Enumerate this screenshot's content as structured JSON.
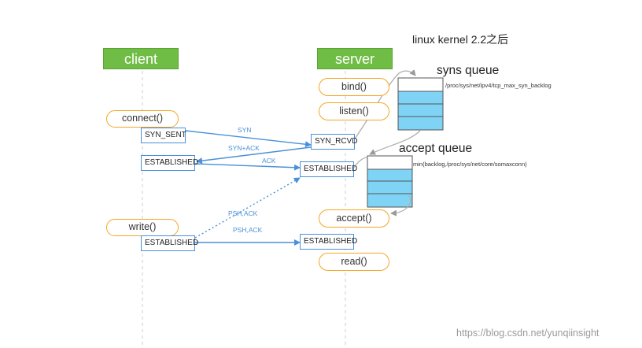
{
  "title": "linux  kernel 2.2之后",
  "client": {
    "header": "client",
    "calls": {
      "connect": "connect()",
      "write": "write()"
    },
    "states": {
      "syn_sent": "SYN_SENT",
      "established_1": "ESTABLISHED",
      "established_2": "ESTABLISHED"
    }
  },
  "server": {
    "header": "server",
    "calls": {
      "bind": "bind()",
      "listen": "listen()",
      "accept": "accept()",
      "read": "read()"
    },
    "states": {
      "syn_rcvd": "SYN_RCVD",
      "established_1": "ESTABLISHED",
      "established_2": "ESTABLISHED"
    }
  },
  "messages": {
    "syn": "SYN",
    "syn_ack": "SYN+ACK",
    "ack": "ACK",
    "psh_ack_1": "PSH,ACK",
    "psh_ack_2": "PSH,ACK"
  },
  "syns_queue": {
    "title": "syns queue",
    "path": "/proc/sys/net/ipv4/tcp_max_syn_backlog",
    "slots": 4,
    "filled": 3
  },
  "accept_queue": {
    "title": "accept queue",
    "path": "min(backlog,/proc/sys/net/core/somaxconn)",
    "slots": 4,
    "filled": 3
  },
  "colors": {
    "header_green": "#6fbd44",
    "pill_orange": "#f5a623",
    "arrow_blue": "#4a90d9",
    "queue_fill": "#7fd3f5",
    "curve_gray": "#b0b0b0"
  },
  "watermark": "https://blog.csdn.net/yunqiinsight"
}
